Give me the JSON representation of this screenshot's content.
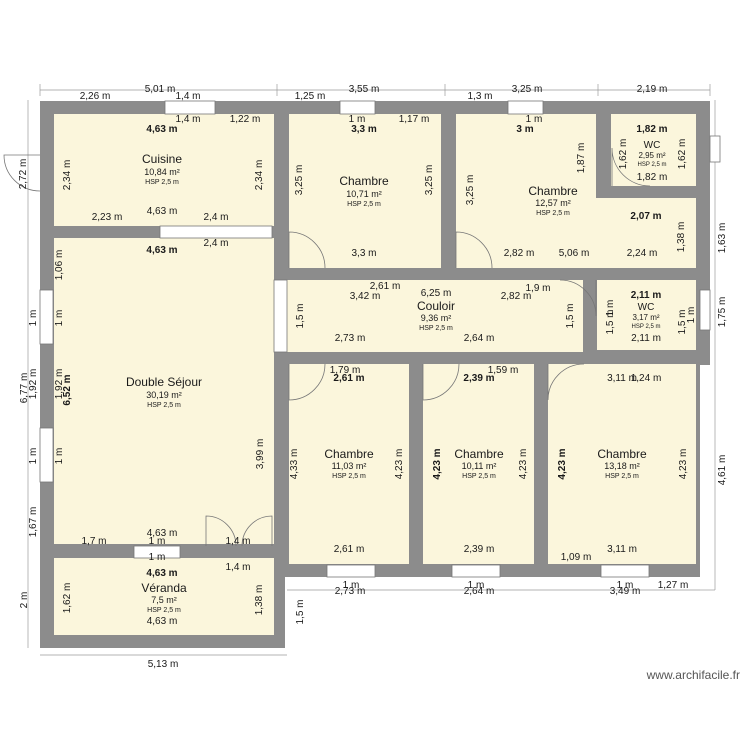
{
  "rooms": [
    {
      "id": "cuisine",
      "name": "Cuisine",
      "area": "10,84 m²",
      "hsp": "HSP 2,5 m"
    },
    {
      "id": "chambre1",
      "name": "Chambre",
      "area": "10,71 m²",
      "hsp": "HSP 2,5 m"
    },
    {
      "id": "chambre2",
      "name": "Chambre",
      "area": "12,57 m²",
      "hsp": "HSP 2,5 m"
    },
    {
      "id": "wc1",
      "name": "WC",
      "area": "2,95 m²",
      "hsp": "HSP 2,5 m"
    },
    {
      "id": "couloir",
      "name": "Couloir",
      "area": "9,36 m²",
      "hsp": "HSP 2,5 m"
    },
    {
      "id": "wc2",
      "name": "WC",
      "area": "3,17 m²",
      "hsp": "HSP 2,5 m"
    },
    {
      "id": "sejour",
      "name": "Double Séjour",
      "area": "30,19 m²",
      "hsp": "HSP 2,5 m"
    },
    {
      "id": "chambre3",
      "name": "Chambre",
      "area": "11,03 m²",
      "hsp": "HSP 2,5 m"
    },
    {
      "id": "chambre4",
      "name": "Chambre",
      "area": "10,11 m²",
      "hsp": "HSP 2,5 m"
    },
    {
      "id": "chambre5",
      "name": "Chambre",
      "area": "13,18 m²",
      "hsp": "HSP 2,5 m"
    },
    {
      "id": "veranda",
      "name": "Véranda",
      "area": "7,5 m²",
      "hsp": "HSP 2,5 m"
    }
  ],
  "dimensions": {
    "d01": "5,01 m",
    "d02": "2,26 m",
    "d03": "1,4 m",
    "d04": "1,25 m",
    "d05": "3,55 m",
    "d06": "1,3 m",
    "d07": "3,25 m",
    "d08": "2,19 m",
    "d09": "1,4 m",
    "d10": "1 m",
    "d11": "1,22 m",
    "d12": "1,17 m",
    "d13": "1 m",
    "d14": "4,63 m",
    "d15": "3,3 m",
    "d16": "3 m",
    "d17": "1,82 m",
    "d18": "2,34 m",
    "d19": "2,34 m",
    "d20": "3,25 m",
    "d21": "3,25 m",
    "d22": "3,25 m",
    "d23": "1,87 m",
    "d24": "1,62 m",
    "d25": "1,62 m",
    "d26": "2,72 m",
    "d27": "1,82 m",
    "d28": "2,23 m",
    "d29": "4,63 m",
    "d30": "2,4 m",
    "d31": "2,07 m",
    "d32": "2,4 m",
    "d33": "4,63 m",
    "d34": "3,3 m",
    "d35": "2,82 m",
    "d36": "5,06 m",
    "d37": "2,24 m",
    "d38": "1,38 m",
    "d39": "1,63 m",
    "d40": "1,06 m",
    "d41": "2,61 m",
    "d42": "6,25 m",
    "d43": "1,9 m",
    "d44": "2,11 m",
    "d45": "3,42 m",
    "d46": "2,82 m",
    "d47": "1,5 m",
    "d48": "1,5 m",
    "d49": "1,5 m",
    "d50": "1,5 m",
    "d51": "1 m",
    "d52": "1 m",
    "d53": "1 m",
    "d54": "1 m",
    "d55": "1,75 m",
    "d56": "2,73 m",
    "d57": "2,64 m",
    "d58": "2,11 m",
    "d59": "1,92 m",
    "d60": "1,92 m",
    "d61": "6,77 m",
    "d62": "6,52 m",
    "d63": "1,79 m",
    "d64": "1,59 m",
    "d65": "2,61 m",
    "d66": "2,39 m",
    "d67": "3,11 m",
    "d68": "1,24 m",
    "d69": "3,99 m",
    "d70": "4,33 m",
    "d71": "4,23 m",
    "d72": "4,23 m",
    "d73": "4,23 m",
    "d74": "4,23 m",
    "d75": "4,23 m",
    "d76": "4,61 m",
    "d77": "1 m",
    "d78": "1 m",
    "d79": "1,67 m",
    "d80": "1,7 m",
    "d81": "1 m",
    "d82": "4,63 m",
    "d83": "1,4 m",
    "d84": "1 m",
    "d85": "1,4 m",
    "d86": "4,63 m",
    "d87": "2,61 m",
    "d88": "2,39 m",
    "d89": "1,09 m",
    "d90": "3,11 m",
    "d91": "1 m",
    "d92": "1 m",
    "d93": "1 m",
    "d94": "1,27 m",
    "d95": "2,73 m",
    "d96": "2,64 m",
    "d97": "3,49 m",
    "d98": "2 m",
    "d99": "1,62 m",
    "d100": "1,38 m",
    "d101": "1,5 m",
    "d102": "4,63 m",
    "d103": "5,13 m",
    "d104": "3,3 m",
    "d105": "1 m",
    "d106": "2 m",
    "d107": "1 m",
    "d108": "1 m",
    "d109": "1 m"
  },
  "watermark": "www.archifacile.fr"
}
